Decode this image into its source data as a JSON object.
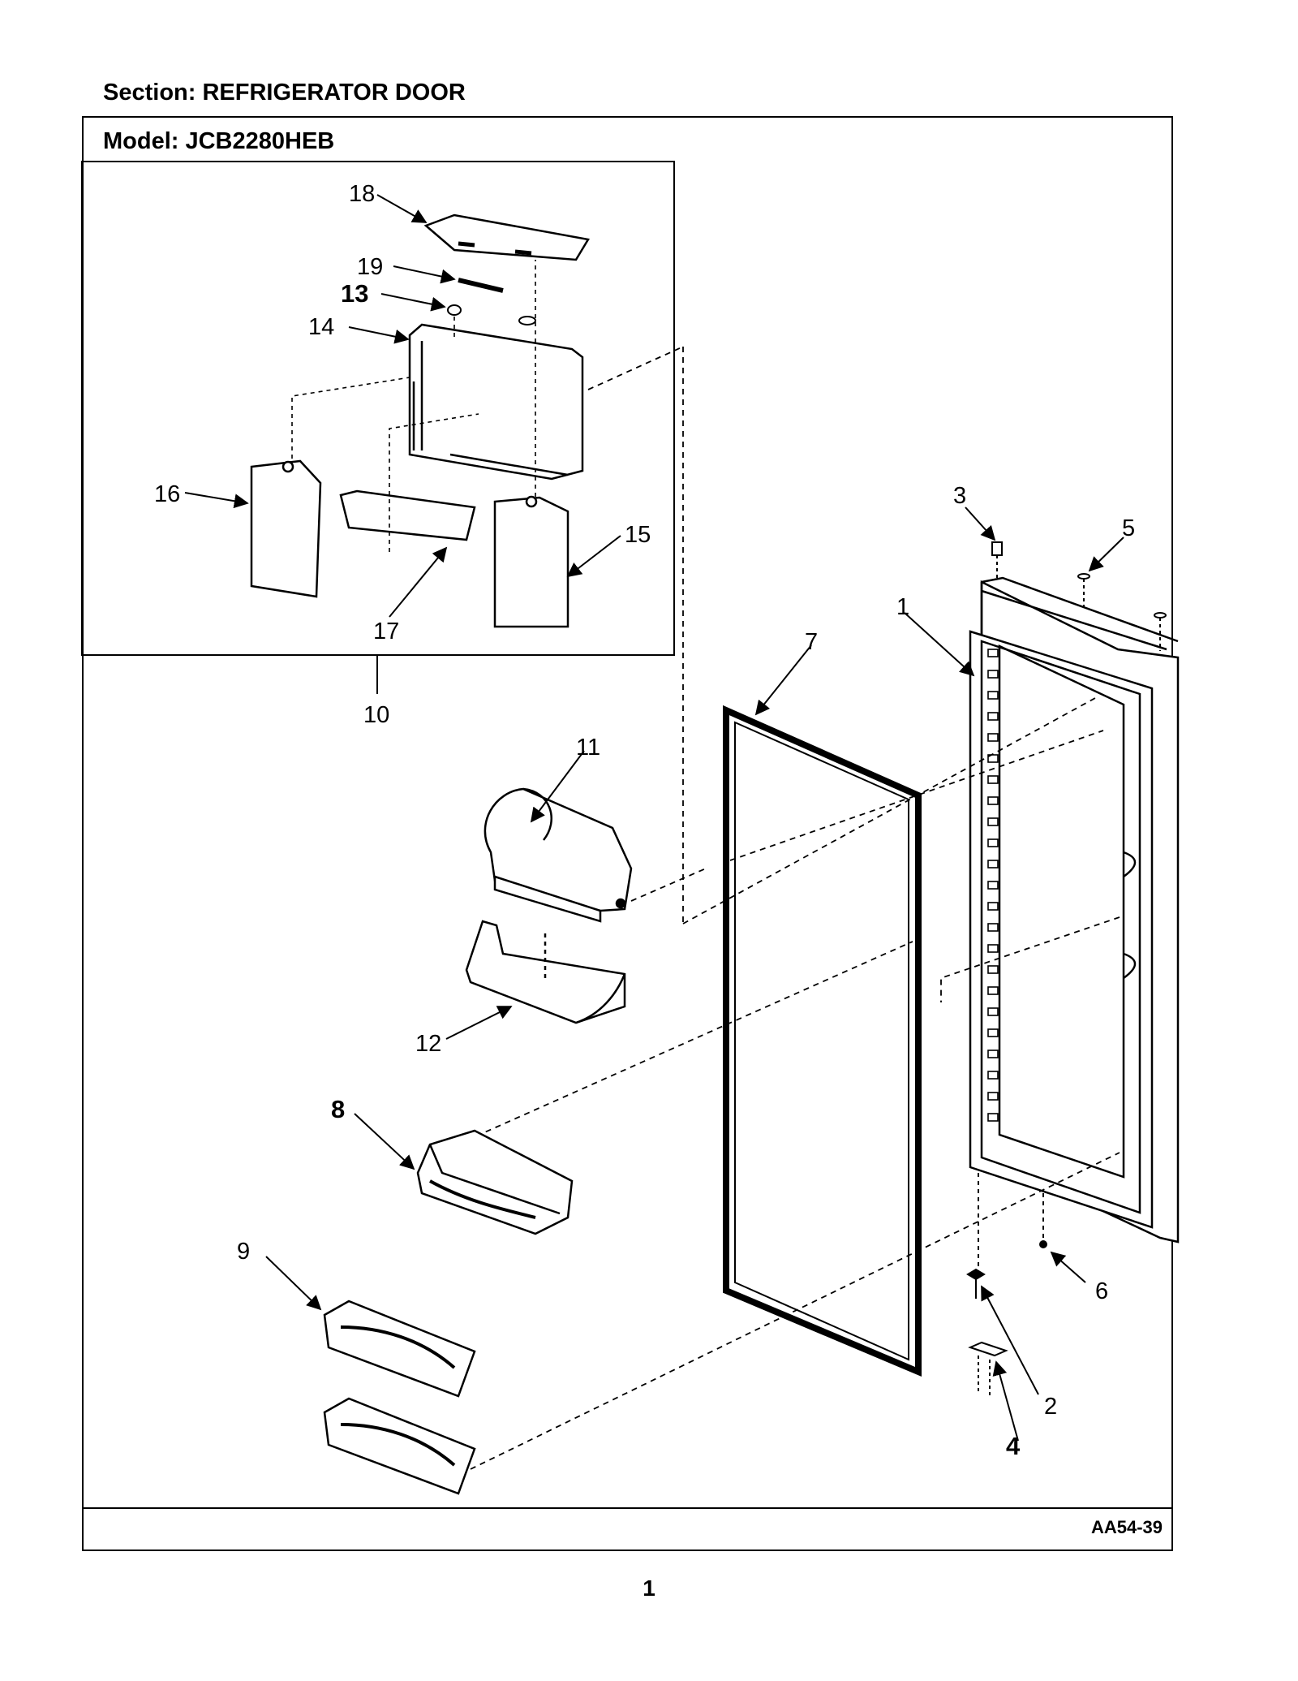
{
  "header": {
    "section_title": "Section:  REFRIGERATOR DOOR",
    "model_title": "Model:  JCB2280HEB"
  },
  "footer": {
    "drawing_code": "AA54-39",
    "page_number": "1"
  },
  "callouts": {
    "c1": "1",
    "c2": "2",
    "c3": "3",
    "c4": "4",
    "c5": "5",
    "c6": "6",
    "c7": "7",
    "c8": "8",
    "c9": "9",
    "c10": "10",
    "c11": "11",
    "c12": "12",
    "c13": "13",
    "c14": "14",
    "c15": "15",
    "c16": "16",
    "c17": "17",
    "c18": "18",
    "c19": "19"
  }
}
